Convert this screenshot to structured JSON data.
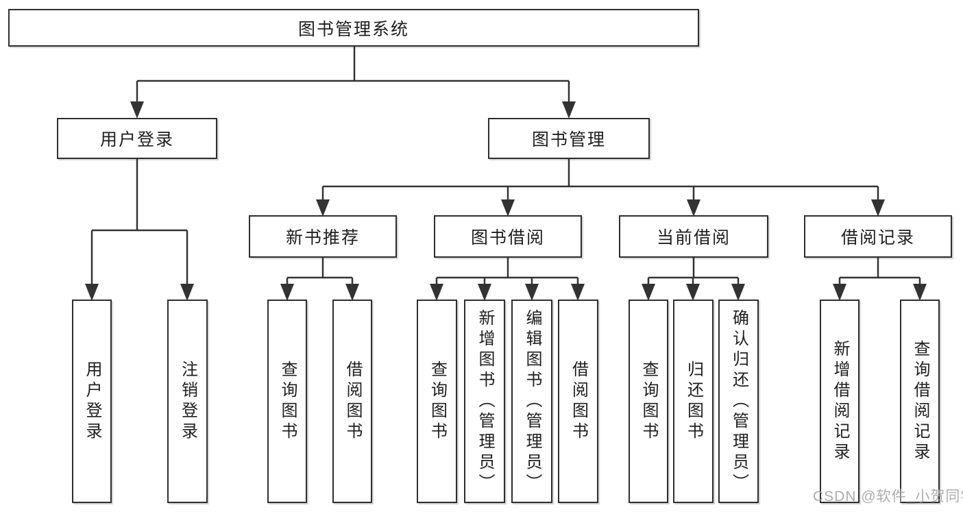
{
  "tree": {
    "root": {
      "label": "图书管理系统",
      "children": [
        {
          "label": "用户登录",
          "children": [
            {
              "label": "用户登录"
            },
            {
              "label": "注销登录"
            }
          ]
        },
        {
          "label": "图书管理",
          "children": [
            {
              "label": "新书推荐",
              "children": [
                {
                  "label": "查询图书"
                },
                {
                  "label": "借阅图书"
                }
              ]
            },
            {
              "label": "图书借阅",
              "children": [
                {
                  "label": "查询图书"
                },
                {
                  "label": "新增图书（管理员）"
                },
                {
                  "label": "编辑图书（管理员）"
                },
                {
                  "label": "借阅图书"
                }
              ]
            },
            {
              "label": "当前借阅",
              "children": [
                {
                  "label": "查询图书"
                },
                {
                  "label": "归还图书"
                },
                {
                  "label": "确认归还（管理员）"
                }
              ]
            },
            {
              "label": "借阅记录",
              "children": [
                {
                  "label": "新增借阅记录"
                },
                {
                  "label": "查询借阅记录"
                }
              ]
            }
          ]
        }
      ]
    }
  },
  "watermark": {
    "text": "CSDN @软件_小贺同学",
    "color": "#a5a5a5"
  },
  "colors": {
    "line": "#333333",
    "box_border": "#2e2e2e",
    "box_fill": "#ffffff",
    "text": "#1e1e1e",
    "background": "#ffffff"
  }
}
